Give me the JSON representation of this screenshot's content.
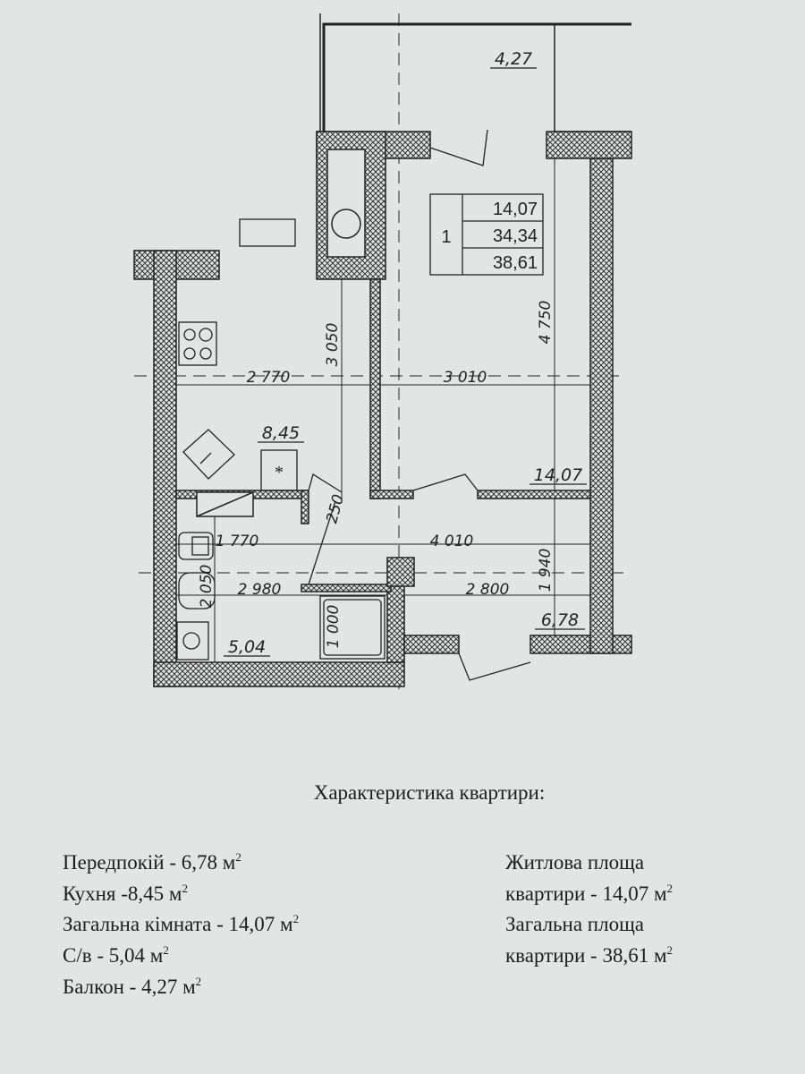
{
  "plan": {
    "balcony_area": "4,27",
    "apartment_table": {
      "rooms": "1",
      "living_area": "14,07",
      "usable_area": "34,34",
      "total_area": "38,61"
    },
    "room_areas": {
      "kitchen": "8,45",
      "living_room": "14,07",
      "hallway": "6,78",
      "bathroom": "5,04"
    },
    "dimensions": {
      "kitchen_width": "2 770",
      "room_width": "3 010",
      "kitchen_depth": "3 050",
      "room_depth": "4 750",
      "hall_width_left": "1 770",
      "hall_width_right": "4 010",
      "door_dim": "250",
      "bath_width": "2 980",
      "hall_width": "2 800",
      "hall_depth": "1 940",
      "bath_depth": "2 050",
      "bath_tub": "1 000"
    }
  },
  "characteristics": {
    "title": "Характеристика квартири:",
    "left": [
      {
        "text": "Передпокій - 6,78 м",
        "sup": "2"
      },
      {
        "text": "Кухня -8,45 м",
        "sup": "2"
      },
      {
        "text": "Загальна кімната - 14,07 м",
        "sup": "2"
      },
      {
        "text": "С/в - 5,04 м",
        "sup": "2"
      },
      {
        "text": "Балкон - 4,27 м",
        "sup": "2"
      }
    ],
    "right": [
      {
        "text": "Житлова площа",
        "sup": ""
      },
      {
        "text": "квартири - 14,07 м",
        "sup": "2"
      },
      {
        "text": "Загальна площа",
        "sup": ""
      },
      {
        "text": "квартири - 38,61 м",
        "sup": "2"
      }
    ]
  }
}
